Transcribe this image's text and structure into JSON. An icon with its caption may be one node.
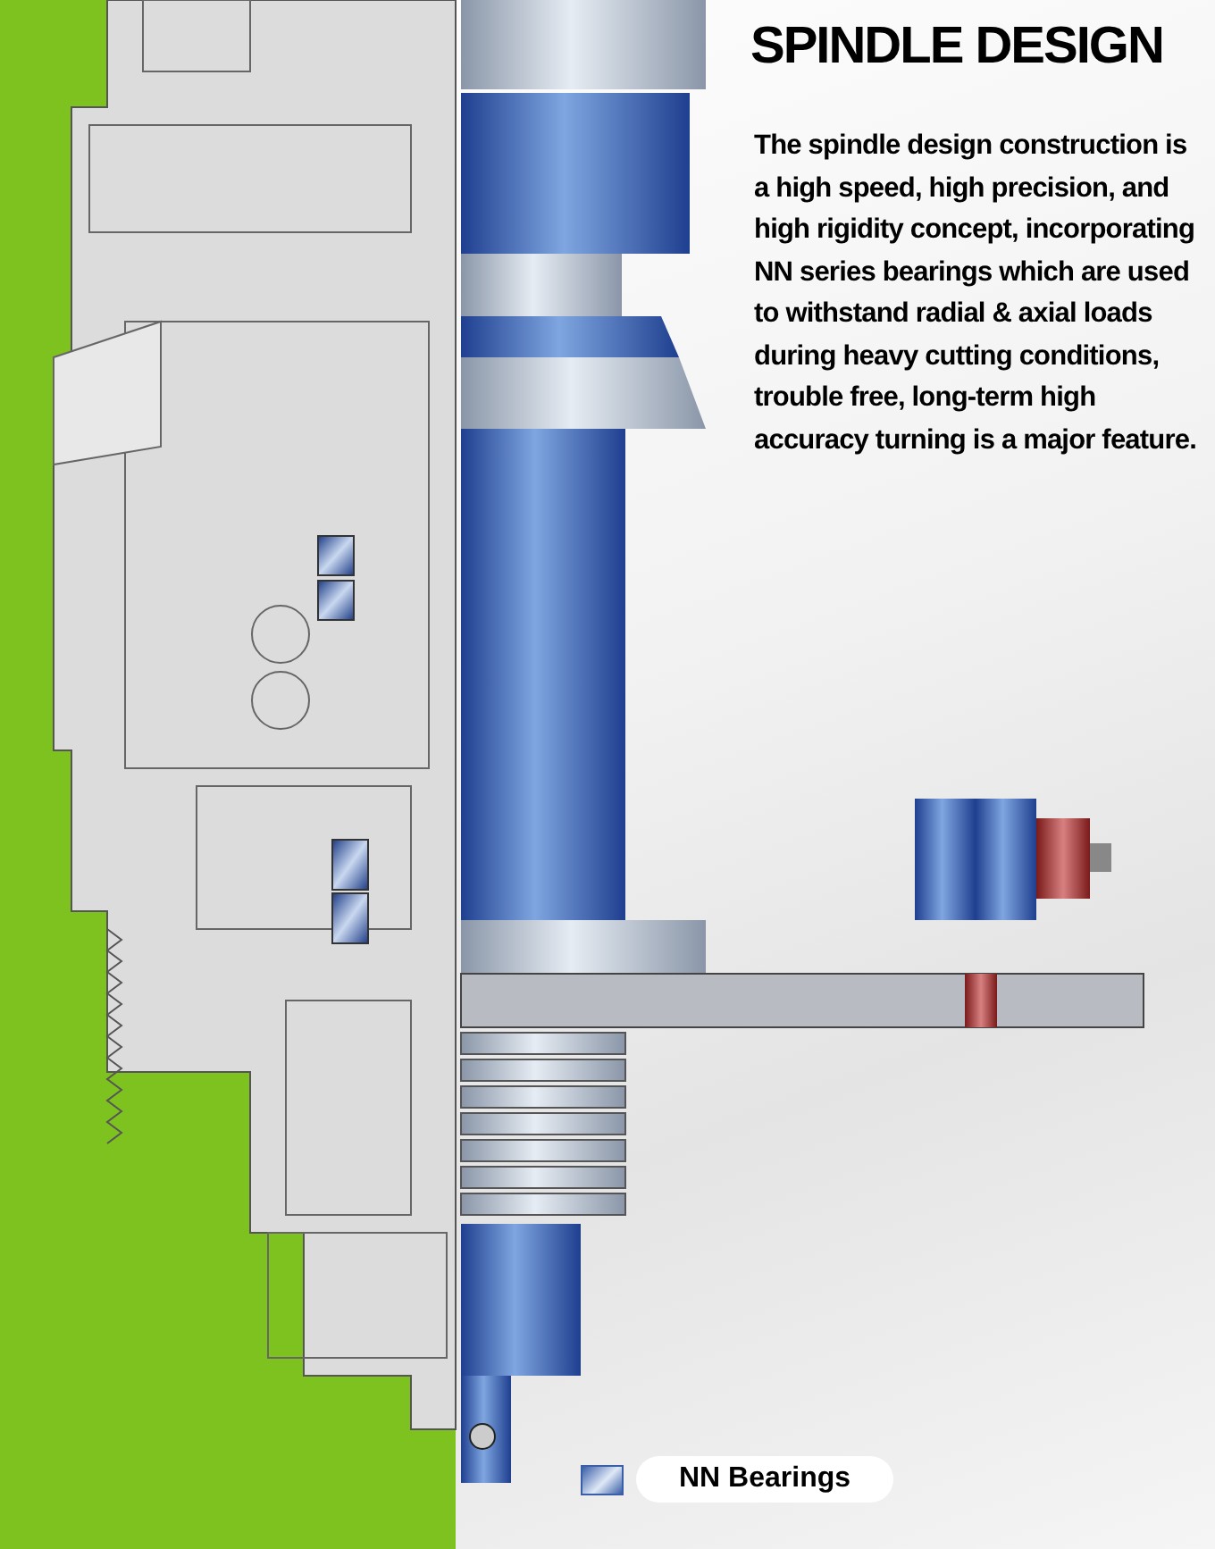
{
  "diagram": {
    "title": "SPINDLE DESIGN",
    "labels": [
      "The spindle design construction is a high speed, high precision, and high rigidity concept, incorporating NN series bearings which are used to withstand radial & axial loads during heavy cutting conditions, trouble free, long-term high accuracy turning is a major feature."
    ],
    "legend": [
      {
        "text": "NN Bearings",
        "color": "#3a5fa8"
      }
    ]
  }
}
